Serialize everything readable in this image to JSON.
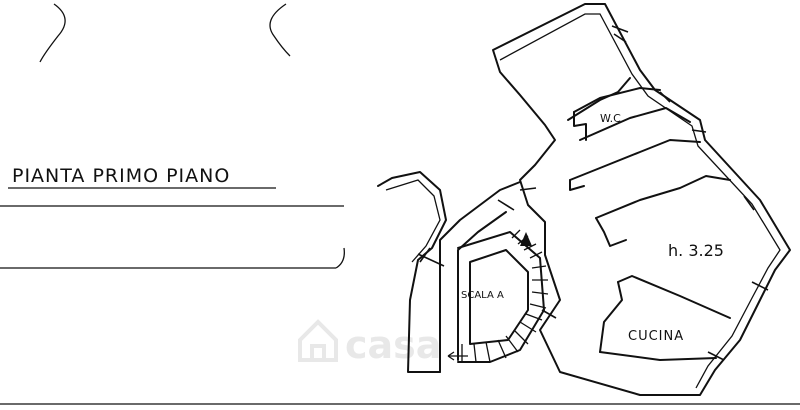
{
  "plan": {
    "title": "PIANTA PRIMO PIANO",
    "rooms": [
      {
        "id": "wc",
        "label": "W.C."
      },
      {
        "id": "height",
        "label": "h. 3.25"
      },
      {
        "id": "kitchen",
        "label": "CUCINA"
      },
      {
        "id": "stair",
        "label": "SCALA A"
      }
    ],
    "watermark": "casa"
  },
  "colors": {
    "ink": "#111111",
    "background": "#ffffff",
    "watermark": "#d6d6d6"
  }
}
